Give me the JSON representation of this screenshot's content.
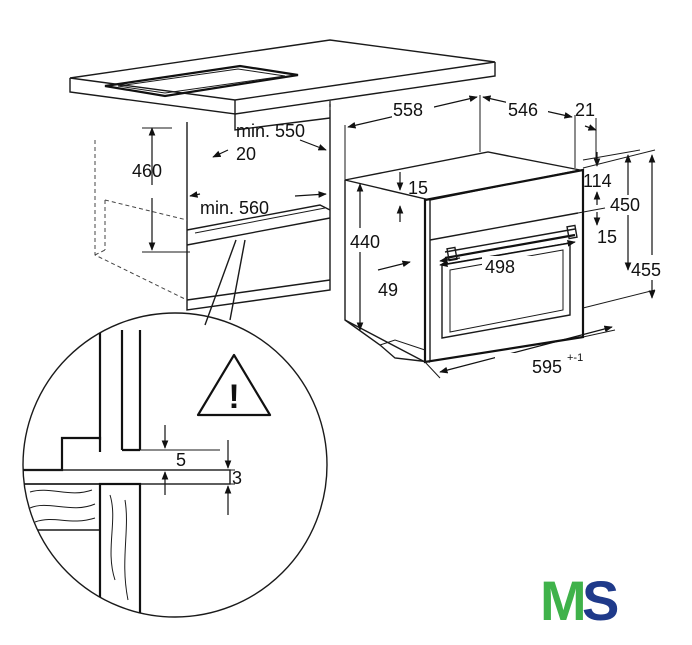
{
  "dimensions": {
    "d460": "460",
    "min550": "min. 550",
    "d20": "20",
    "min560": "min. 560",
    "d558": "558",
    "d546": "546",
    "d21": "21",
    "d15a": "15",
    "d114": "114",
    "d450": "450",
    "d15b": "15",
    "d440": "440",
    "d498": "498",
    "d455": "455",
    "d49": "49",
    "d595": "595",
    "d595_tol": "+-1",
    "d5": "5",
    "d3": "3"
  },
  "logo": {
    "text": "MS",
    "colors": {
      "m": "#3fb24a",
      "s": "#1f3a8a"
    }
  },
  "warning": {
    "symbol": "!"
  }
}
